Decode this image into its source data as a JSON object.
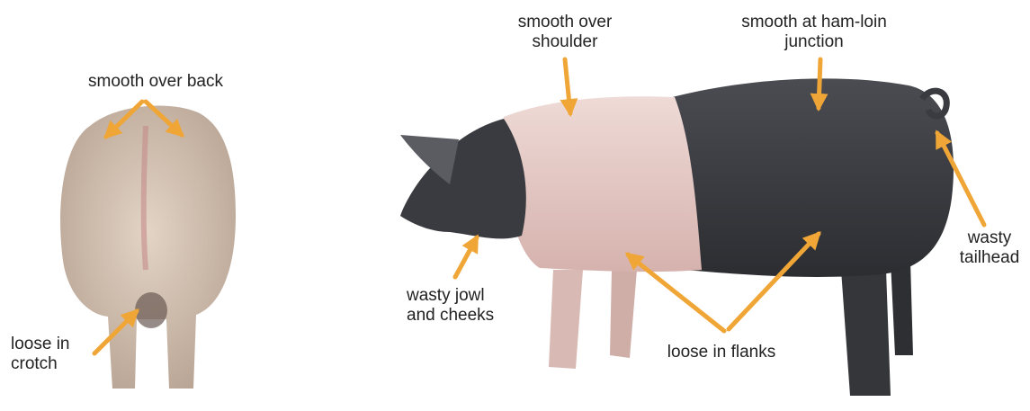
{
  "colors": {
    "arrow": "#f0a637",
    "pig_pink": "#e7c9c4",
    "pig_black": "#3a3b40",
    "rear_pig": "#d9c7b8"
  },
  "labels": {
    "back": [
      "smooth over back"
    ],
    "crotch": [
      "loose in",
      "crotch"
    ],
    "shoulder": [
      "smooth over",
      "shoulder"
    ],
    "ham_loin": [
      "smooth at ham-loin",
      "junction"
    ],
    "jowl": [
      "wasty jowl",
      "and cheeks"
    ],
    "flanks": [
      "loose in flanks"
    ],
    "tailhead": [
      "wasty",
      "tailhead"
    ]
  }
}
